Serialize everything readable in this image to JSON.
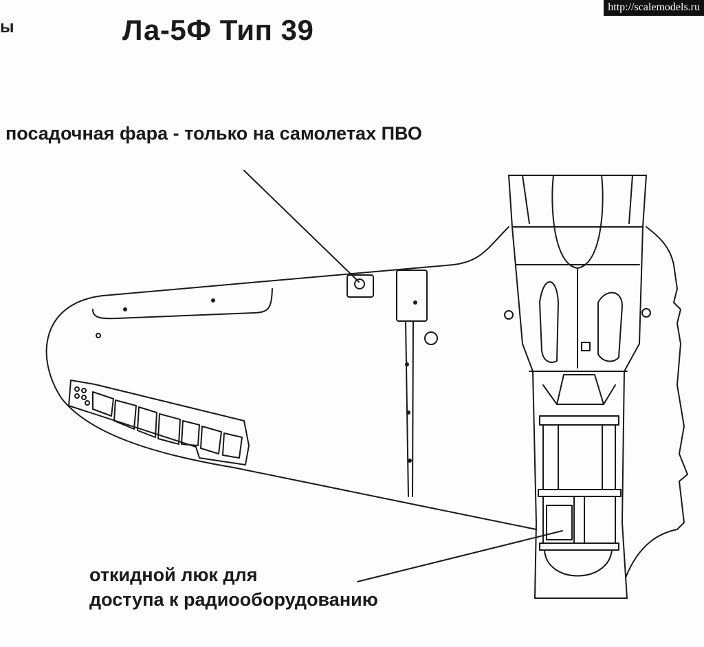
{
  "header": {
    "edge_fragment": "ы",
    "title": "Ла-5Ф Тип 39"
  },
  "watermark": {
    "url": "http://scalemodels.ru"
  },
  "annotations": {
    "landing_light": "посадочная фара - только на самолетах ПВО",
    "hatch_line1": "откидной люк для",
    "hatch_line2": "доступа к радиооборудованию"
  },
  "colors": {
    "ink": "#1a1a1a",
    "background": "#fdfdfd"
  }
}
